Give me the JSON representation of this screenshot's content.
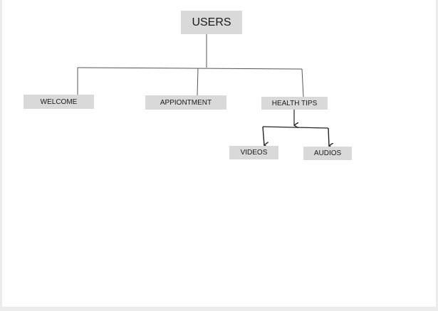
{
  "nodes": {
    "users": "USERS",
    "welcome": "WELCOME",
    "appointment": "APPIONTMENT",
    "health_tips": "HEALTH TIPS",
    "videos": "VIDEOS",
    "audios": "AUDIOS"
  },
  "edges": [
    {
      "from": "users",
      "to": "welcome",
      "arrow": false
    },
    {
      "from": "users",
      "to": "appointment",
      "arrow": false
    },
    {
      "from": "users",
      "to": "health_tips",
      "arrow": false
    },
    {
      "from": "health_tips",
      "to": "videos",
      "arrow": true
    },
    {
      "from": "health_tips",
      "to": "audios",
      "arrow": true
    }
  ],
  "colors": {
    "node_fill": "#d9d9d9",
    "line": "#555555",
    "background": "#ffffff",
    "frame": "#ececec"
  }
}
